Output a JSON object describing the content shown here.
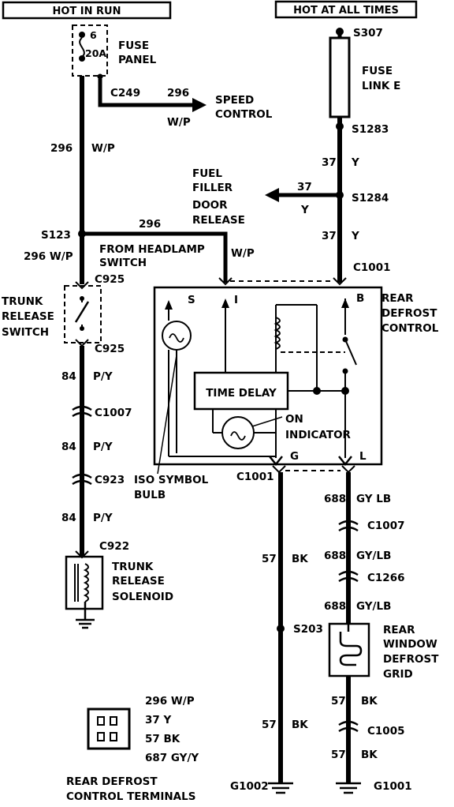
{
  "headers": {
    "hot_in_run": "HOT IN RUN",
    "hot_at_all_times": "HOT AT ALL TIMES"
  },
  "labels": {
    "fuse_num": "6",
    "fuse_amp": "20A",
    "fuse_panel_1": "FUSE",
    "fuse_panel_2": "PANEL",
    "c249": "C249",
    "w296_a": "296",
    "wp_a": "W/P",
    "speed_1": "SPEED",
    "speed_2": "CONTROL",
    "w296_b": "296",
    "wp_b": "W/P",
    "s123": "S123",
    "w296_c": "296",
    "from_1": "FROM HEADLAMP",
    "from_2": "SWITCH",
    "wp_c": "W/P",
    "w296_d": "296 W/P",
    "c925_top": "C925",
    "trunk_sw_1": "TRUNK",
    "trunk_sw_2": "RELEASE",
    "trunk_sw_3": "SWITCH",
    "c925_bot": "C925",
    "w84_a": "84",
    "py_a": "P/Y",
    "c1007_l": "C1007",
    "w84_b": "84",
    "py_b": "P/Y",
    "c923": "C923",
    "w84_c": "84",
    "py_c": "P/Y",
    "c922": "C922",
    "sol_1": "TRUNK",
    "sol_2": "RELEASE",
    "sol_3": "SOLENOID",
    "s307": "S307",
    "fuse_link_1": "FUSE",
    "fuse_link_2": "LINK E",
    "s1283": "S1283",
    "w37_a": "37",
    "y_a": "Y",
    "fuel_1": "FUEL",
    "fuel_2": "FILLER",
    "fuel_3": "DOOR",
    "fuel_4": "RELEASE",
    "w37_b": "37",
    "y_b": "Y",
    "s1284": "S1284",
    "w37_c": "37",
    "y_c": "Y",
    "c1001_top": "C1001",
    "rdc_1": "REAR",
    "rdc_2": "DEFROST",
    "rdc_3": "CONTROL",
    "term_s": "S",
    "term_i": "I",
    "term_b": "B",
    "time_delay": "TIME DELAY",
    "on_1": "ON",
    "on_2": "INDICATOR",
    "term_g": "G",
    "term_l": "L",
    "c1001_bot": "C1001",
    "iso_1": "ISO SYMBOL",
    "iso_2": "BULB",
    "w688_a": "688",
    "gylb_a": "GY LB",
    "c1007_r": "C1007",
    "w688_b": "688",
    "gylb_b": "GY/LB",
    "c1266": "C1266",
    "w688_c": "688",
    "gylb_c": "GY/LB",
    "w57_a": "57",
    "bk_a": "BK",
    "s203": "S203",
    "grid_1": "REAR",
    "grid_2": "WINDOW",
    "grid_3": "DEFROST",
    "grid_4": "GRID",
    "w57_b": "57",
    "bk_b": "BK",
    "w57_c": "57",
    "bk_c": "BK",
    "c1005": "C1005",
    "w57_d": "57",
    "bk_d": "BK",
    "g1002": "G1002",
    "g1001": "G1001",
    "legend_1": "296 W/P",
    "legend_2": "37 Y",
    "legend_3": "57 BK",
    "legend_4": "687 GY/Y",
    "rdct_1": "REAR DEFROST",
    "rdct_2": "CONTROL TERMINALS"
  }
}
